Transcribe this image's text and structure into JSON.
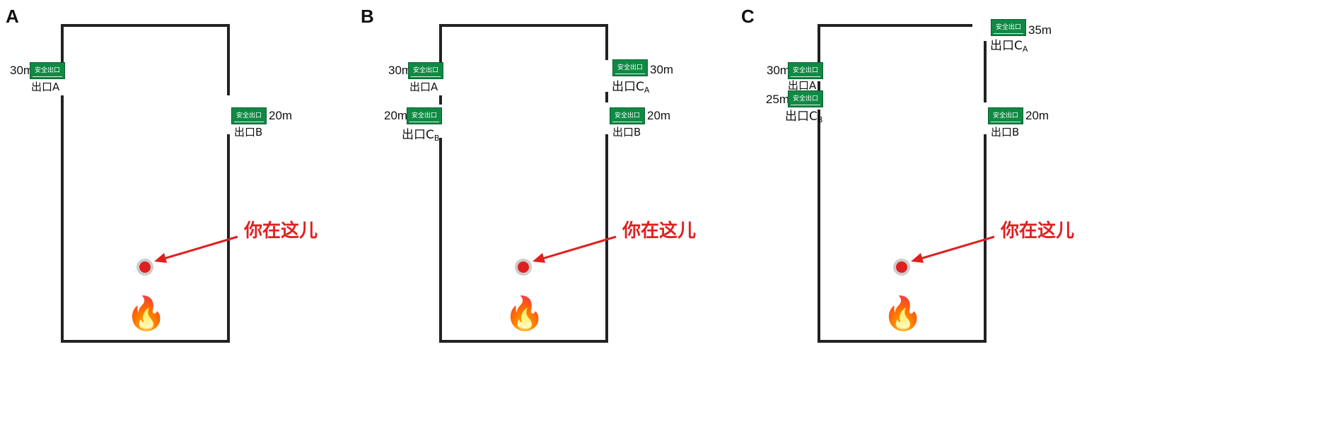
{
  "panels": [
    {
      "letter": "A",
      "you_here": "你在这儿",
      "fire_icon": "🔥",
      "exits": [
        {
          "sign": "安全出口",
          "distance": "30m",
          "label": "出口",
          "sub": "A"
        },
        {
          "sign": "安全出口",
          "distance": "20m",
          "label": "出口",
          "sub": "B"
        }
      ]
    },
    {
      "letter": "B",
      "you_here": "你在这儿",
      "fire_icon": "🔥",
      "exits": [
        {
          "sign": "安全出口",
          "distance": "30m",
          "label": "出口",
          "sub": "A"
        },
        {
          "sign": "安全出口",
          "distance": "20m",
          "label": "出口C",
          "sub": "B"
        },
        {
          "sign": "安全出口",
          "distance": "30m",
          "label": "出口C",
          "sub": "A"
        },
        {
          "sign": "安全出口",
          "distance": "20m",
          "label": "出口",
          "sub": "B"
        }
      ]
    },
    {
      "letter": "C",
      "you_here": "你在这儿",
      "fire_icon": "🔥",
      "exits": [
        {
          "sign": "安全出口",
          "distance": "30m",
          "label": "出口",
          "sub": "A"
        },
        {
          "sign": "安全出口",
          "distance": "25m",
          "label": "出口C",
          "sub": "B"
        },
        {
          "sign": "安全出口",
          "distance": "35m",
          "label": "出口C",
          "sub": "A"
        },
        {
          "sign": "安全出口",
          "distance": "20m",
          "label": "出口",
          "sub": "B"
        }
      ]
    }
  ],
  "colors": {
    "sign_green": "#0f8a44",
    "marker_red": "#e02020",
    "wall": "#222222"
  }
}
